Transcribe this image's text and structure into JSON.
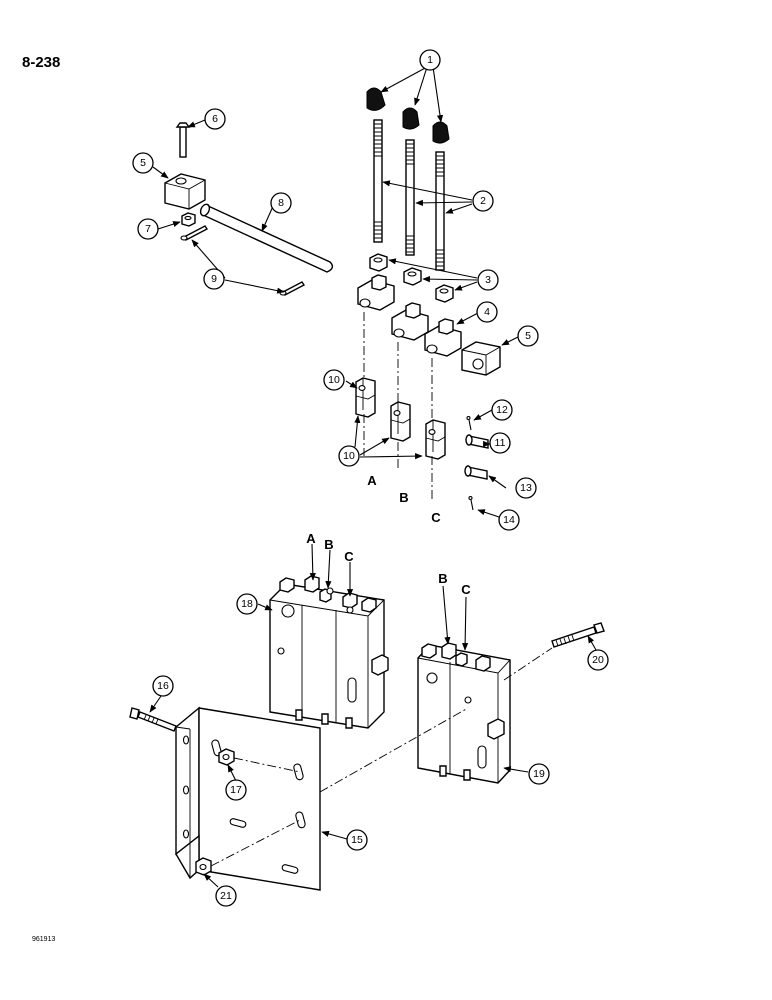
{
  "page_number": "8-238",
  "figure_code": "961913",
  "callouts": [
    "1",
    "2",
    "3",
    "4",
    "5",
    "6",
    "7",
    "8",
    "9",
    "10",
    "11",
    "12",
    "13",
    "14",
    "15",
    "16",
    "17",
    "18",
    "19",
    "20",
    "21"
  ],
  "callout_five_second": "5",
  "callout_ten_second": "10",
  "section_letters": {
    "a": "A",
    "b": "B",
    "c": "C"
  }
}
